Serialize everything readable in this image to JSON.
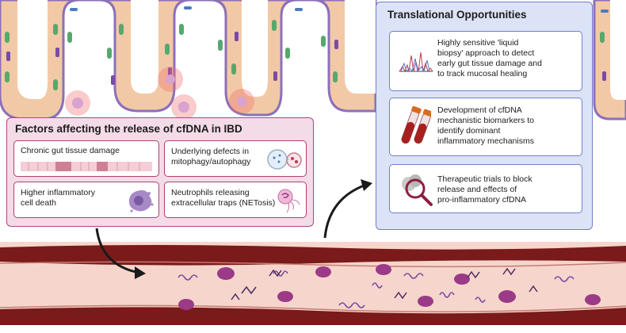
{
  "factors": {
    "title": "Factors affecting the release of cfDNA in IBD",
    "items": [
      {
        "label": "Chronic gut tissue damage"
      },
      {
        "label_line1": "Underlying defects in",
        "label_line2": "mitophagy/autophagy"
      },
      {
        "label_line1": "Higher inflammatory",
        "label_line2": "cell death"
      },
      {
        "label_line1": "Neutrophils releasing",
        "label_line2": "extracellular traps (NETosis)"
      }
    ]
  },
  "translational": {
    "title": "Translational Opportunities",
    "items": [
      {
        "lines": [
          "Highly sensitive 'liquid",
          "biopsy' approach to detect",
          "early gut tissue damage and",
          "to track mucosal healing"
        ]
      },
      {
        "lines": [
          "Development of cfDNA",
          "mechanistic biomarkers to",
          "identify dominant",
          "inflammatory mechanisms"
        ]
      },
      {
        "lines": [
          "Therapeutic trials to block",
          "release and effects of",
          "pro-inflammatory cfDNA"
        ]
      }
    ]
  },
  "colors": {
    "factors_bg": "#f3dbe8",
    "factors_border": "#b0457f",
    "translational_bg": "#dde3f7",
    "translational_border": "#6f7fc8",
    "vessel_wall": "#7a1a1a",
    "vessel_lumen": "#f6d6cc",
    "epithelium": "#f2c9a6",
    "nucleosome": "#9b3a87"
  },
  "icons": [
    "tissue-strip-icon",
    "mitochondria-icon",
    "dying-cell-icon",
    "neutrophil-icon",
    "chromatogram-icon",
    "blood-tube-icon",
    "magnifier-icon",
    "curved-arrow-icon",
    "nucleosome-icon",
    "dna-fragment-icon"
  ]
}
